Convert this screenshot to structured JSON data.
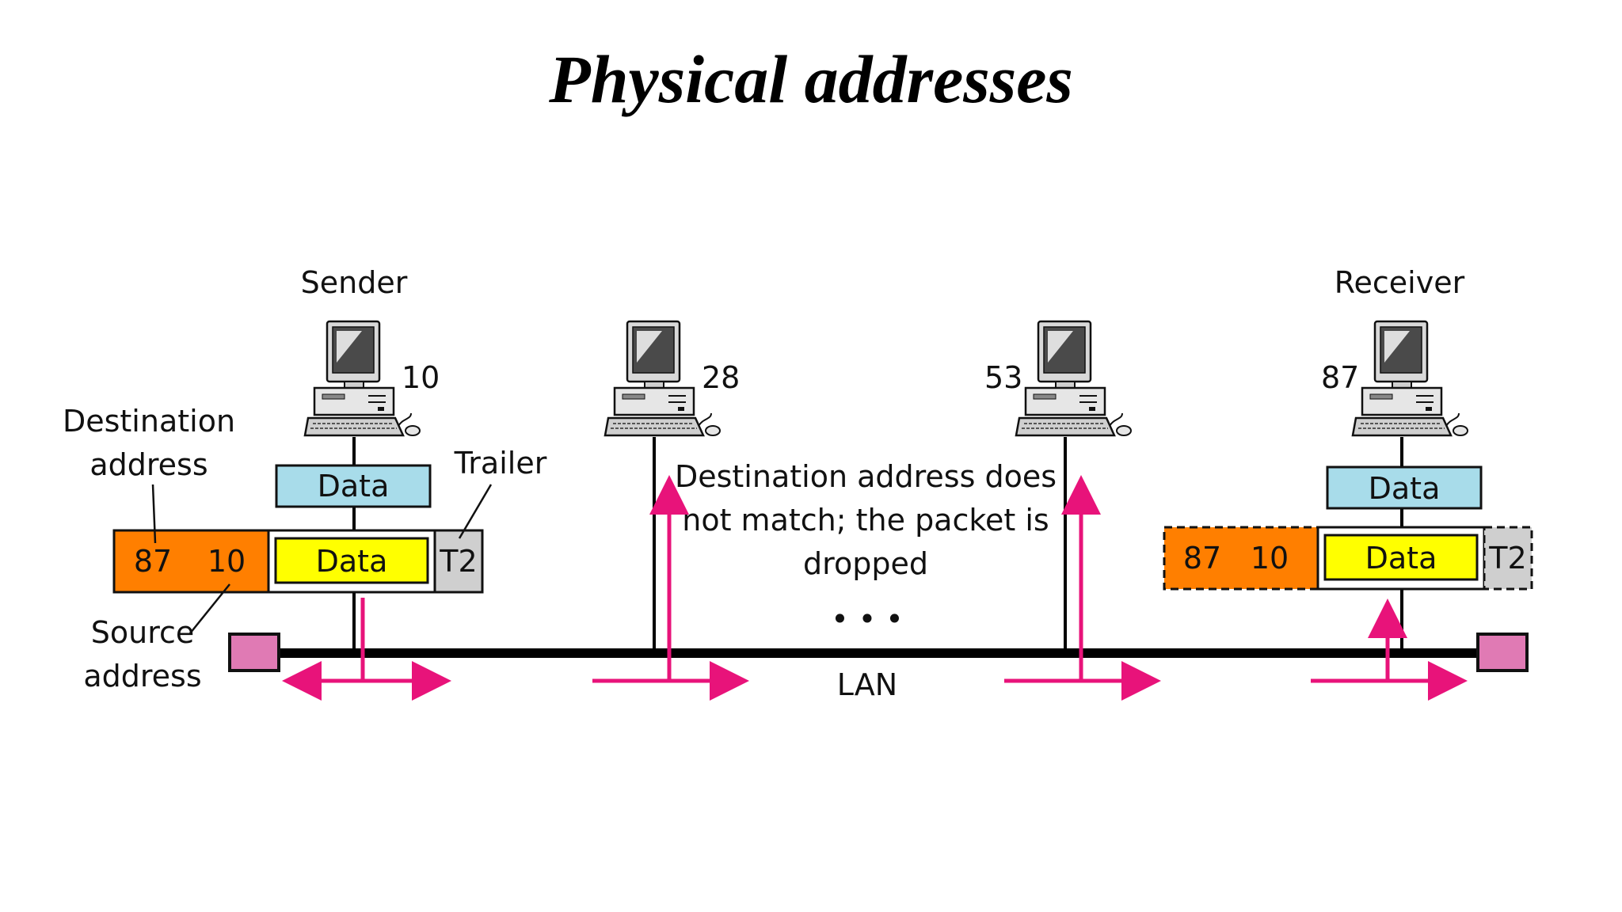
{
  "title": "Physical addresses",
  "labels": {
    "sender": "Sender",
    "receiver": "Receiver",
    "destination_address_line1": "Destination",
    "destination_address_line2": "address",
    "source_address_line1": "Source",
    "source_address_line2": "address",
    "trailer": "Trailer",
    "drop_note_line1": "Destination address does",
    "drop_note_line2": "not match; the packet is",
    "drop_note_line3": "dropped",
    "ellipsis": "• • •",
    "lan": "LAN"
  },
  "stations": [
    {
      "address": "10"
    },
    {
      "address": "28"
    },
    {
      "address": "53"
    },
    {
      "address": "87"
    }
  ],
  "sender_frame": {
    "upper_data": "Data",
    "dest": "87",
    "src": "10",
    "data": "Data",
    "trailer": "T2"
  },
  "receiver_frame": {
    "upper_data": "Data",
    "dest": "87",
    "src": "10",
    "data": "Data",
    "trailer": "T2"
  },
  "colors": {
    "header": "#ff7f00",
    "data_upper": "#a8dcea",
    "data_inner": "#ffff00",
    "trailer": "#cfcfcf",
    "terminator": "#e07ab4",
    "arrow": "#e8137a"
  }
}
